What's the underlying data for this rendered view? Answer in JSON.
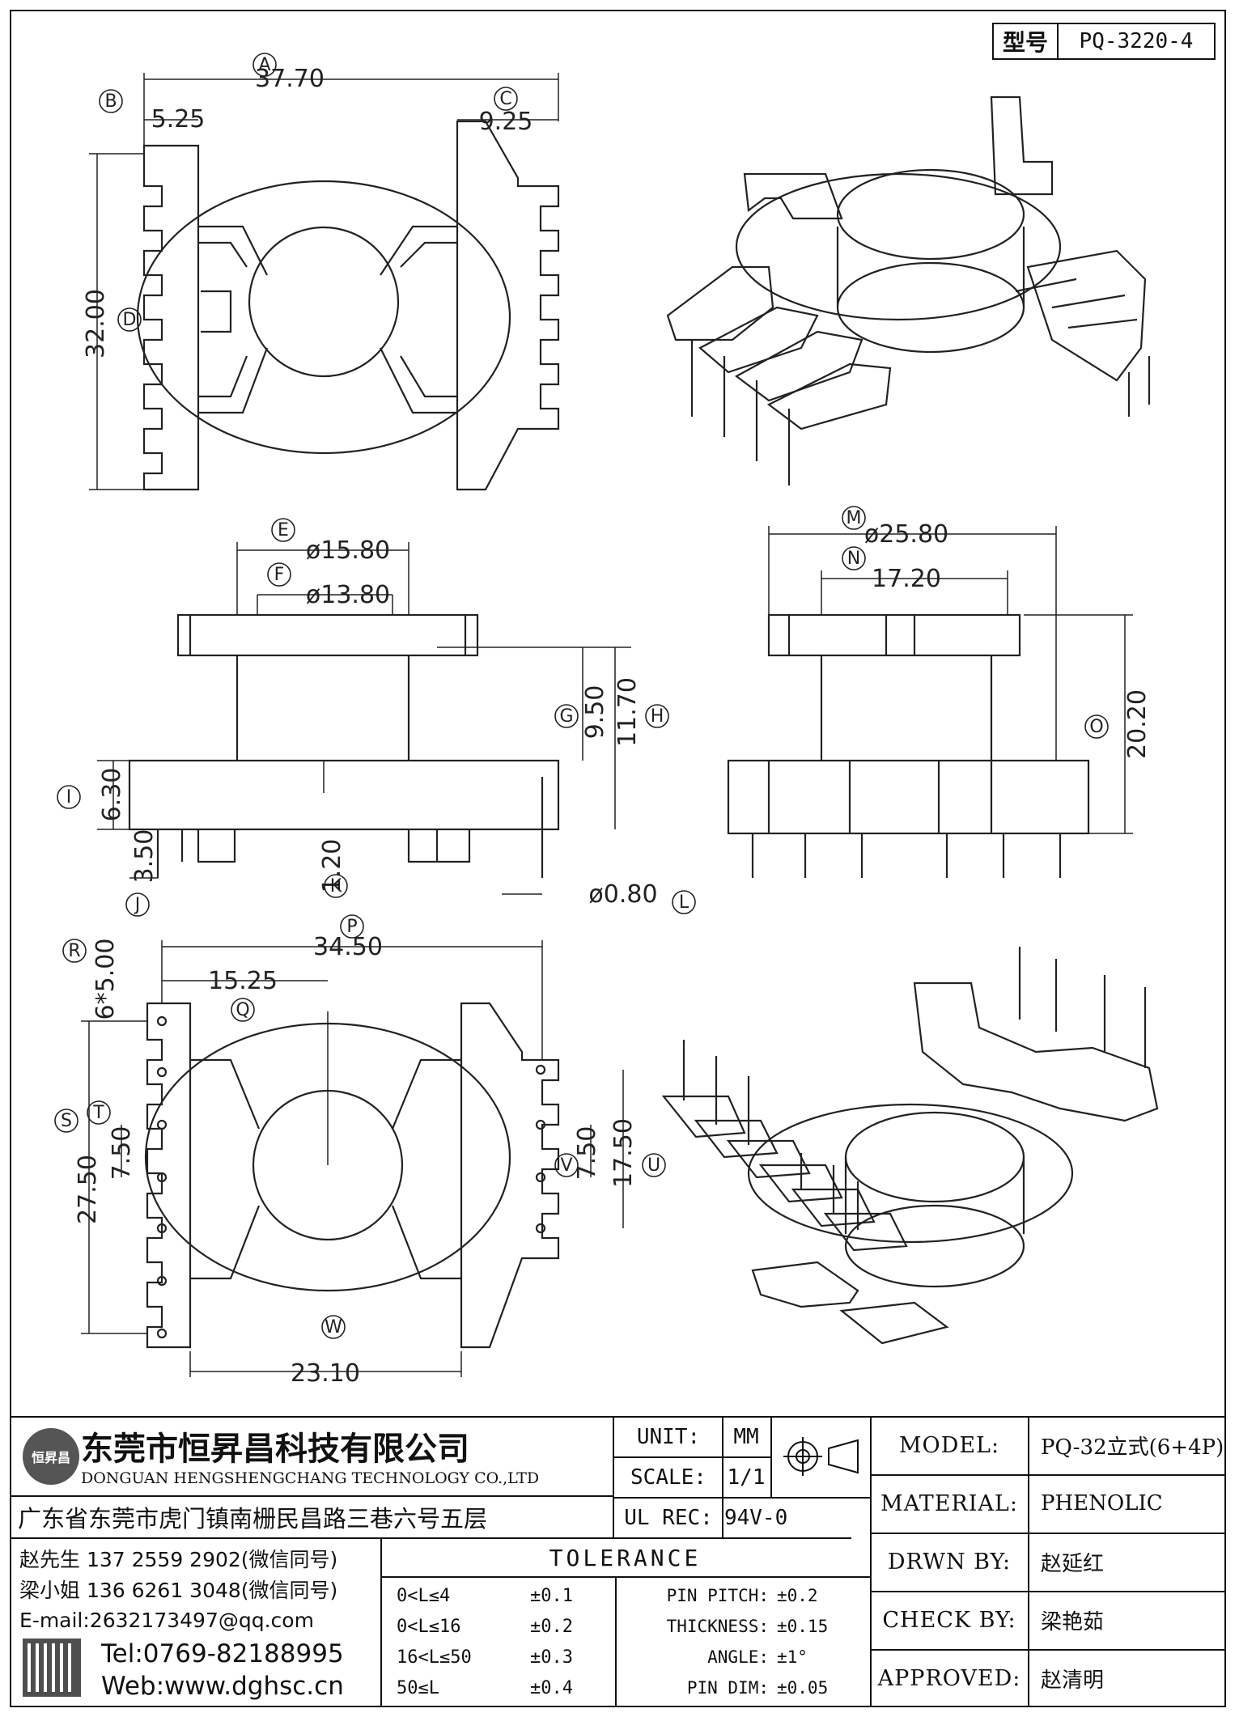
{
  "header": {
    "type_label": "型号",
    "part_number": "PQ-3220-4"
  },
  "views": {
    "top": {
      "dims": {
        "A": {
          "letter": "A",
          "value": "37.70"
        },
        "B": {
          "letter": "B",
          "value": "5.25"
        },
        "C": {
          "letter": "C",
          "value": "9.25"
        },
        "D": {
          "letter": "D",
          "value": "32.00"
        }
      }
    },
    "side1": {
      "dims": {
        "E": {
          "letter": "E",
          "value": "ø15.80"
        },
        "F": {
          "letter": "F",
          "value": "ø13.80"
        },
        "G": {
          "letter": "G",
          "value": "9.50"
        },
        "H": {
          "letter": "H",
          "value": "11.70"
        },
        "I": {
          "letter": "I",
          "value": "6.30"
        },
        "J": {
          "letter": "J",
          "value": "3.50"
        },
        "K": {
          "letter": "K",
          "value": "1.20"
        },
        "L": {
          "letter": "L",
          "value": "ø0.80"
        }
      }
    },
    "side2": {
      "dims": {
        "M": {
          "letter": "M",
          "value": "ø25.80"
        },
        "N": {
          "letter": "N",
          "value": "17.20"
        },
        "O": {
          "letter": "O",
          "value": "20.20"
        }
      }
    },
    "bottom": {
      "dims": {
        "P": {
          "letter": "P",
          "value": "34.50"
        },
        "Q": {
          "letter": "Q",
          "value": "15.25"
        },
        "R": {
          "letter": "R",
          "value": "6*5.00"
        },
        "S": {
          "letter": "S",
          "value": "27.50"
        },
        "T": {
          "letter": "T",
          "value": "7.50"
        },
        "U": {
          "letter": "U",
          "value": "17.50"
        },
        "V": {
          "letter": "V",
          "value": "7.50"
        },
        "W": {
          "letter": "W",
          "value": "23.10"
        }
      }
    }
  },
  "company": {
    "logo_text": "恒昇昌",
    "name_cn": "东莞市恒昇昌科技有限公司",
    "name_en": "DONGUAN HENGSHENGCHANG TECHNOLOGY CO.,LTD",
    "address": "广东省东莞市虎门镇南栅民昌路三巷六号五层",
    "contact1": "赵先生 137 2559 2902(微信同号)",
    "contact2": "梁小姐 136 6261 3048(微信同号)",
    "email": "E-mail:2632173497@qq.com",
    "tel": "Tel:0769-82188995",
    "web": "Web:www.dghsc.cn"
  },
  "specs": {
    "unit_label": "UNIT:",
    "unit_value": "MM",
    "scale_label": "SCALE:",
    "scale_value": "1/1",
    "ulrec_label": "UL REC:",
    "ulrec_value": "94V-0"
  },
  "tolerance": {
    "title": "TOLERANCE",
    "rows": [
      {
        "range": "0<L≤4",
        "value": "±0.1"
      },
      {
        "range": "0<L≤16",
        "value": "±0.2"
      },
      {
        "range": "16<L≤50",
        "value": "±0.3"
      },
      {
        "range": "50≤L",
        "value": "±0.4"
      }
    ],
    "extra": [
      {
        "label": "PIN PITCH:",
        "value": "±0.2"
      },
      {
        "label": "THICKNESS:",
        "value": "±0.15"
      },
      {
        "label": "ANGLE:",
        "value": "±1°"
      },
      {
        "label": "PIN DIM:",
        "value": "±0.05"
      }
    ]
  },
  "info": {
    "model_label": "MODEL:",
    "model_value": "PQ-32立式(6+4P)",
    "material_label": "MATERIAL:",
    "material_value": "PHENOLIC",
    "drwn_label": "DRWN BY:",
    "drwn_value": "赵延红",
    "check_label": "CHECK BY:",
    "check_value": "梁艳茹",
    "approved_label": "APPROVED:",
    "approved_value": "赵清明"
  }
}
